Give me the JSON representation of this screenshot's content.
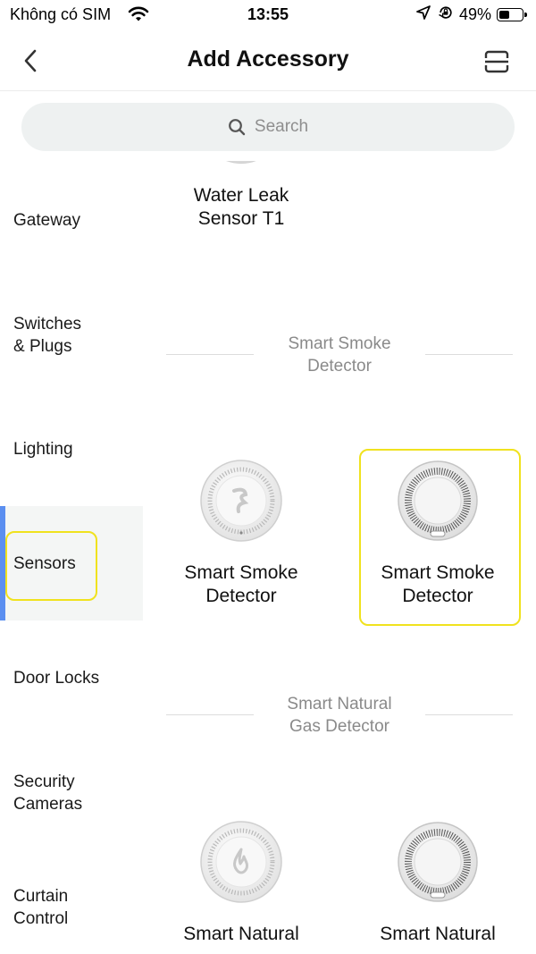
{
  "status_bar": {
    "carrier": "Không có SIM",
    "time": "13:55",
    "battery_percent": "49%",
    "battery_level": 0.49
  },
  "nav": {
    "title": "Add Accessory",
    "back_icon": "chevron-left-icon",
    "scan_icon": "scan-icon"
  },
  "search": {
    "placeholder": "Search"
  },
  "sidebar": {
    "items": [
      {
        "label_line1": "Gateway",
        "label_line2": ""
      },
      {
        "label_line1": "Switches",
        "label_line2": "& Plugs"
      },
      {
        "label_line1": "Lighting",
        "label_line2": ""
      },
      {
        "label_line1": "Sensors",
        "label_line2": ""
      },
      {
        "label_line1": "Door Locks",
        "label_line2": ""
      },
      {
        "label_line1": "Security",
        "label_line2": "Cameras"
      },
      {
        "label_line1": "Curtain",
        "label_line2": "Control"
      }
    ],
    "active_index": 3,
    "accent_color": "#5b8ff0"
  },
  "content": {
    "top_product": {
      "line1": "Water Leak",
      "line2": "Sensor T1"
    },
    "sections": [
      {
        "title_line1": "Smart Smoke",
        "title_line2": "Detector",
        "products": [
          {
            "line1": "Smart Smoke",
            "line2": "Detector"
          },
          {
            "line1": "Smart Smoke",
            "line2": "Detector"
          }
        ]
      },
      {
        "title_line1": "Smart Natural",
        "title_line2": "Gas Detector",
        "products": [
          {
            "line1": "Smart Natural",
            "line2": ""
          },
          {
            "line1": "Smart Natural",
            "line2": ""
          }
        ]
      }
    ]
  },
  "highlight_color": "#f0e21e"
}
